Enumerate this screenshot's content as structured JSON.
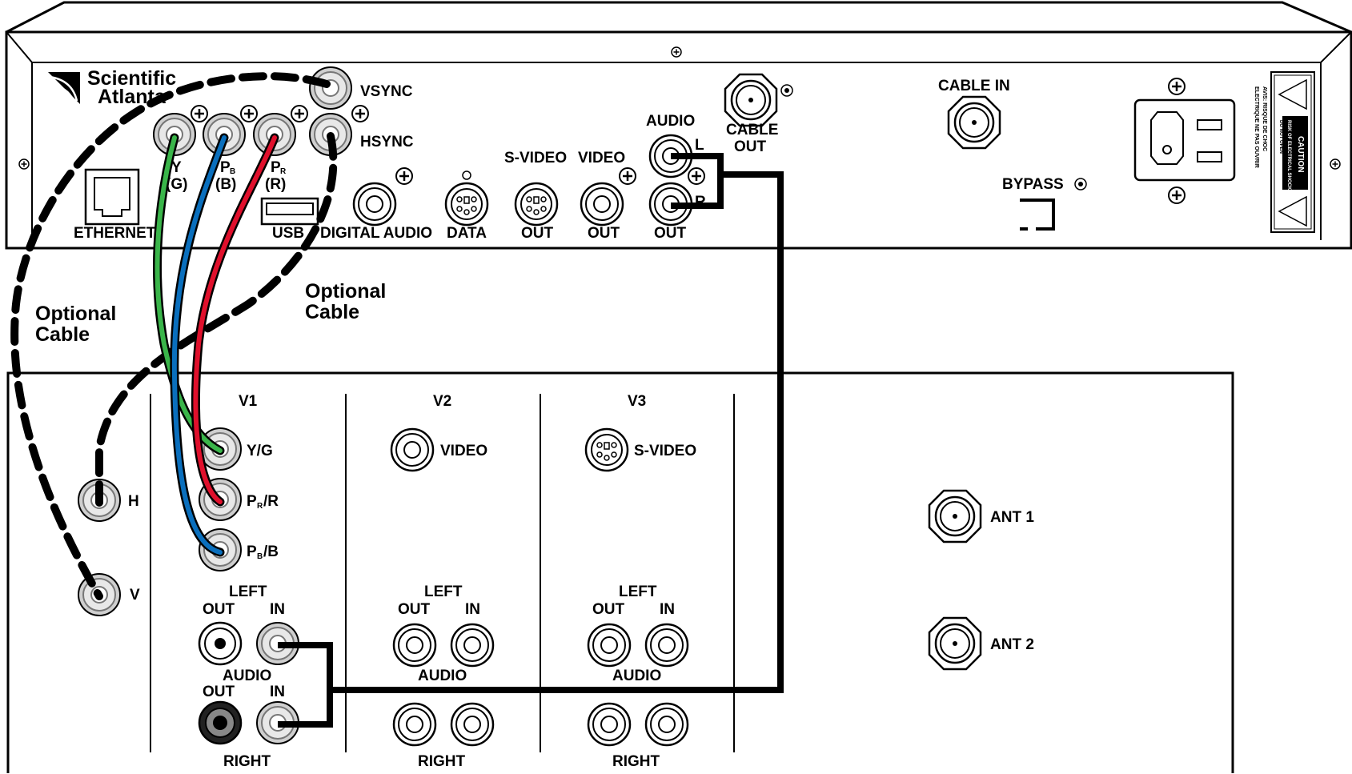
{
  "logo": {
    "line1": "Scientific",
    "line2": "Atlanta"
  },
  "stb_labels": {
    "vsync": "VSYNC",
    "hsync": "HSYNC",
    "y_g": [
      "Y",
      "(G)"
    ],
    "pb_b": [
      "P",
      "B",
      "(B)"
    ],
    "pr_r": [
      "P",
      "R",
      "(R)"
    ],
    "ethernet": "ETHERNET",
    "usb": "USB",
    "digital_audio": "DIGITAL AUDIO",
    "data": "DATA",
    "svideo": "S-VIDEO",
    "video": "VIDEO",
    "audio": "AUDIO",
    "out": "OUT",
    "left_short": "L",
    "right_short": "R",
    "cable_out": [
      "CABLE",
      "OUT"
    ],
    "cable_in": "CABLE IN",
    "bypass": "BYPASS",
    "avis": [
      "AVIS: RISQUE DE CHOC",
      "ELECTRIQUE NE PAS OUVRIR"
    ],
    "caution": [
      "CAUTION",
      "RISK OF ELECTRICAL SHOCK",
      "DO NOT OPEN"
    ]
  },
  "callouts": {
    "optional_cable": [
      "Optional",
      "Cable"
    ]
  },
  "tv_labels": {
    "h": "H",
    "v": "V",
    "v1": "V1",
    "v2": "V2",
    "v3": "V3",
    "y_g": "Y/G",
    "pr_r": [
      "P",
      "R",
      "/R"
    ],
    "pb_b": [
      "P",
      "B",
      "/B"
    ],
    "video": "VIDEO",
    "svideo": "S-VIDEO",
    "left": "LEFT",
    "out": "OUT",
    "in": "IN",
    "audio": "AUDIO",
    "right": "RIGHT",
    "ant1": "ANT 1",
    "ant2": "ANT 2"
  },
  "colors": {
    "cable_green": "#3ab54a",
    "cable_blue": "#0a6fbd",
    "cable_red": "#e0102c",
    "outline": "#000000"
  }
}
